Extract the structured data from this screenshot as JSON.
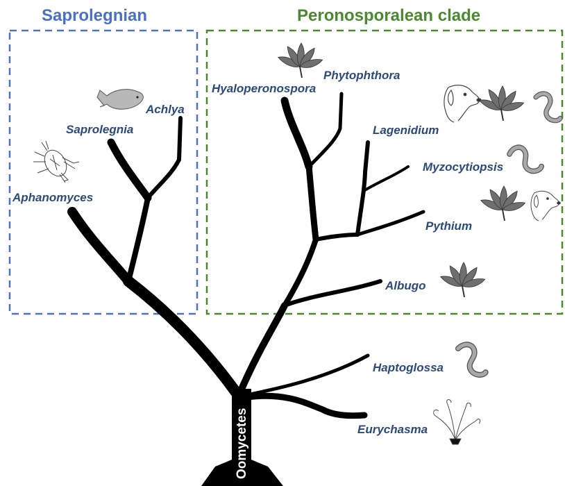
{
  "colors": {
    "saprolegnian": "#4a72c4",
    "peronosporalean": "#4a8a2e",
    "taxon_text": "#2b4a7a",
    "branch": "#000000",
    "icon_fill": "#8a8a8a"
  },
  "clades": {
    "saprolegnian": {
      "title": "Saprolegnian"
    },
    "peronosporalean": {
      "title": "Peronosporalean clade"
    }
  },
  "root": {
    "label": "Oomycetes"
  },
  "taxa": {
    "achlya": "Achlya",
    "saprolegnia": "Saprolegnia",
    "aphanomyces": "Aphanomyces",
    "hyaloperonospora": "Hyaloperonospora",
    "phytophthora": "Phytophthora",
    "lagenidium": "Lagenidium",
    "myzocytiopsis": "Myzocytiopsis",
    "pythium": "Pythium",
    "albugo": "Albugo",
    "haptoglossa": "Haptoglossa",
    "eurychasma": "Eurychasma"
  },
  "host_icons": {
    "saprolegnian_group": [
      "fish-icon",
      "crayfish-icon"
    ],
    "hyaloperonospora": [
      "plant-icon"
    ],
    "lagenidium": [
      "dog-icon",
      "plant-icon",
      "worm-icon"
    ],
    "myzocytiopsis": [
      "worm-icon"
    ],
    "pythium": [
      "plant-icon",
      "dog-icon"
    ],
    "albugo": [
      "plant-icon"
    ],
    "haptoglossa": [
      "worm-icon"
    ],
    "eurychasma": [
      "seaweed-icon"
    ]
  }
}
